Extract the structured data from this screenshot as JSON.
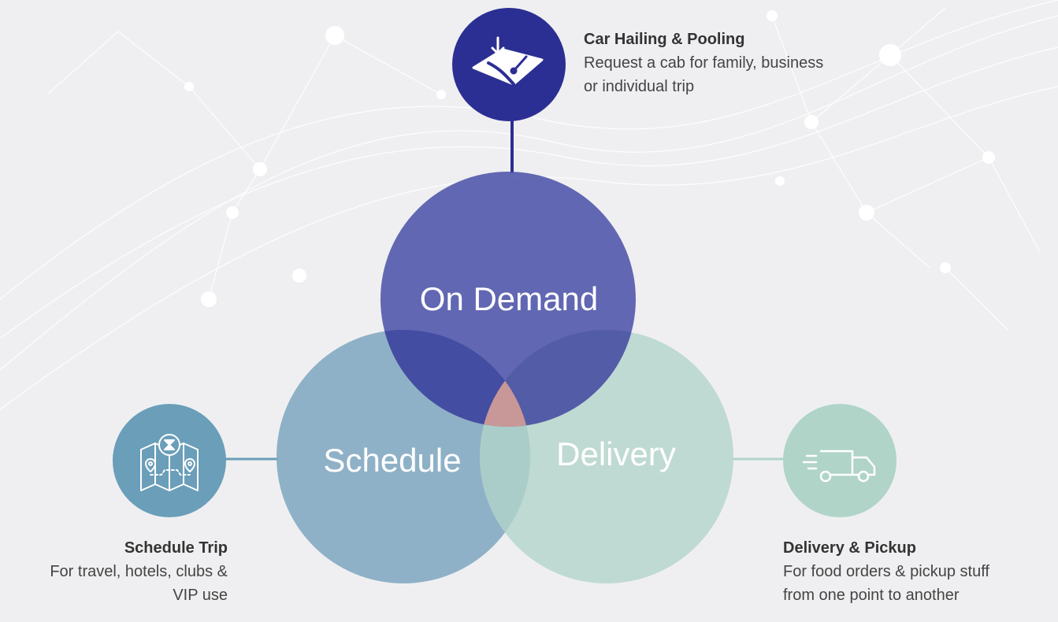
{
  "colors": {
    "background": "#efeff1",
    "on_demand": "#4d54a8",
    "schedule": "#86abc3",
    "delivery": "#b6d6cc",
    "overlap": "#ff3b3b",
    "car_icon_bg": "#2b2f93",
    "schedule_icon_bg": "#6a9eb9",
    "delivery_icon_bg": "#b0d4c8"
  },
  "venn": {
    "on_demand": "On Demand",
    "schedule": "Schedule",
    "delivery": "Delivery"
  },
  "car_hailing": {
    "title": "Car Hailing & Pooling",
    "desc_line1": "Request a cab for family, business",
    "desc_line2": "or individual trip",
    "icon": "map-pin-icon"
  },
  "schedule_trip": {
    "title": "Schedule Trip",
    "desc_line1": "For travel, hotels, clubs &",
    "desc_line2": "VIP use",
    "icon": "map-hourglass-icon"
  },
  "delivery_pickup": {
    "title": "Delivery & Pickup",
    "desc_line1": "For food orders & pickup stuff",
    "desc_line2": "from one point to another",
    "icon": "truck-icon"
  }
}
